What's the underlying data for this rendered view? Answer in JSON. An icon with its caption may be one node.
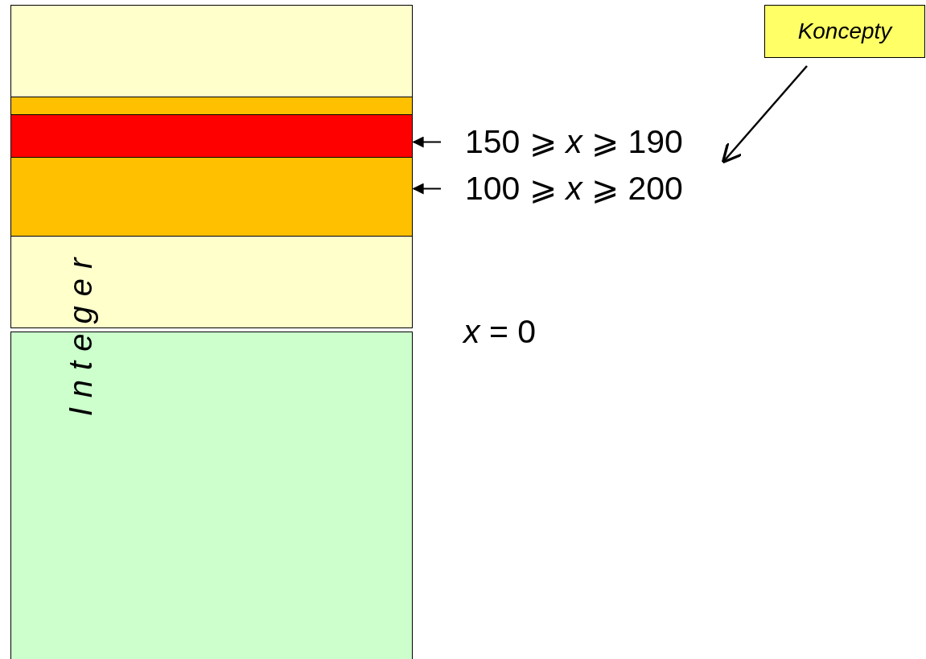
{
  "diagram": {
    "nodes": [
      {
        "text": [],
        "shape": "box"
      },
      {
        "text": [],
        "shape": "box"
      },
      {
        "text": [],
        "shape": "box"
      },
      {
        "text": [],
        "shape": "box"
      },
      {
        "text": [],
        "shape": "box"
      },
      {
        "text": [],
        "shape": "box"
      },
      {
        "text": [
          "150 ⩾ *x* ⩾ 190"
        ]
      },
      {
        "text": [
          "100 ⩾ *x* ⩾ 200"
        ]
      },
      {
        "text": [
          "*x* = 0"
        ]
      },
      {
        "text": [
          "Koncepty"
        ]
      }
    ],
    "edges": [
      {
        "from": 6,
        "to": 2,
        "arrow": "to"
      },
      {
        "from": 7,
        "to": 3,
        "arrow": "to"
      },
      {
        "from": 9,
        "to": null,
        "arrow": "to"
      }
    ],
    "labels": [
      "Integer"
    ]
  }
}
